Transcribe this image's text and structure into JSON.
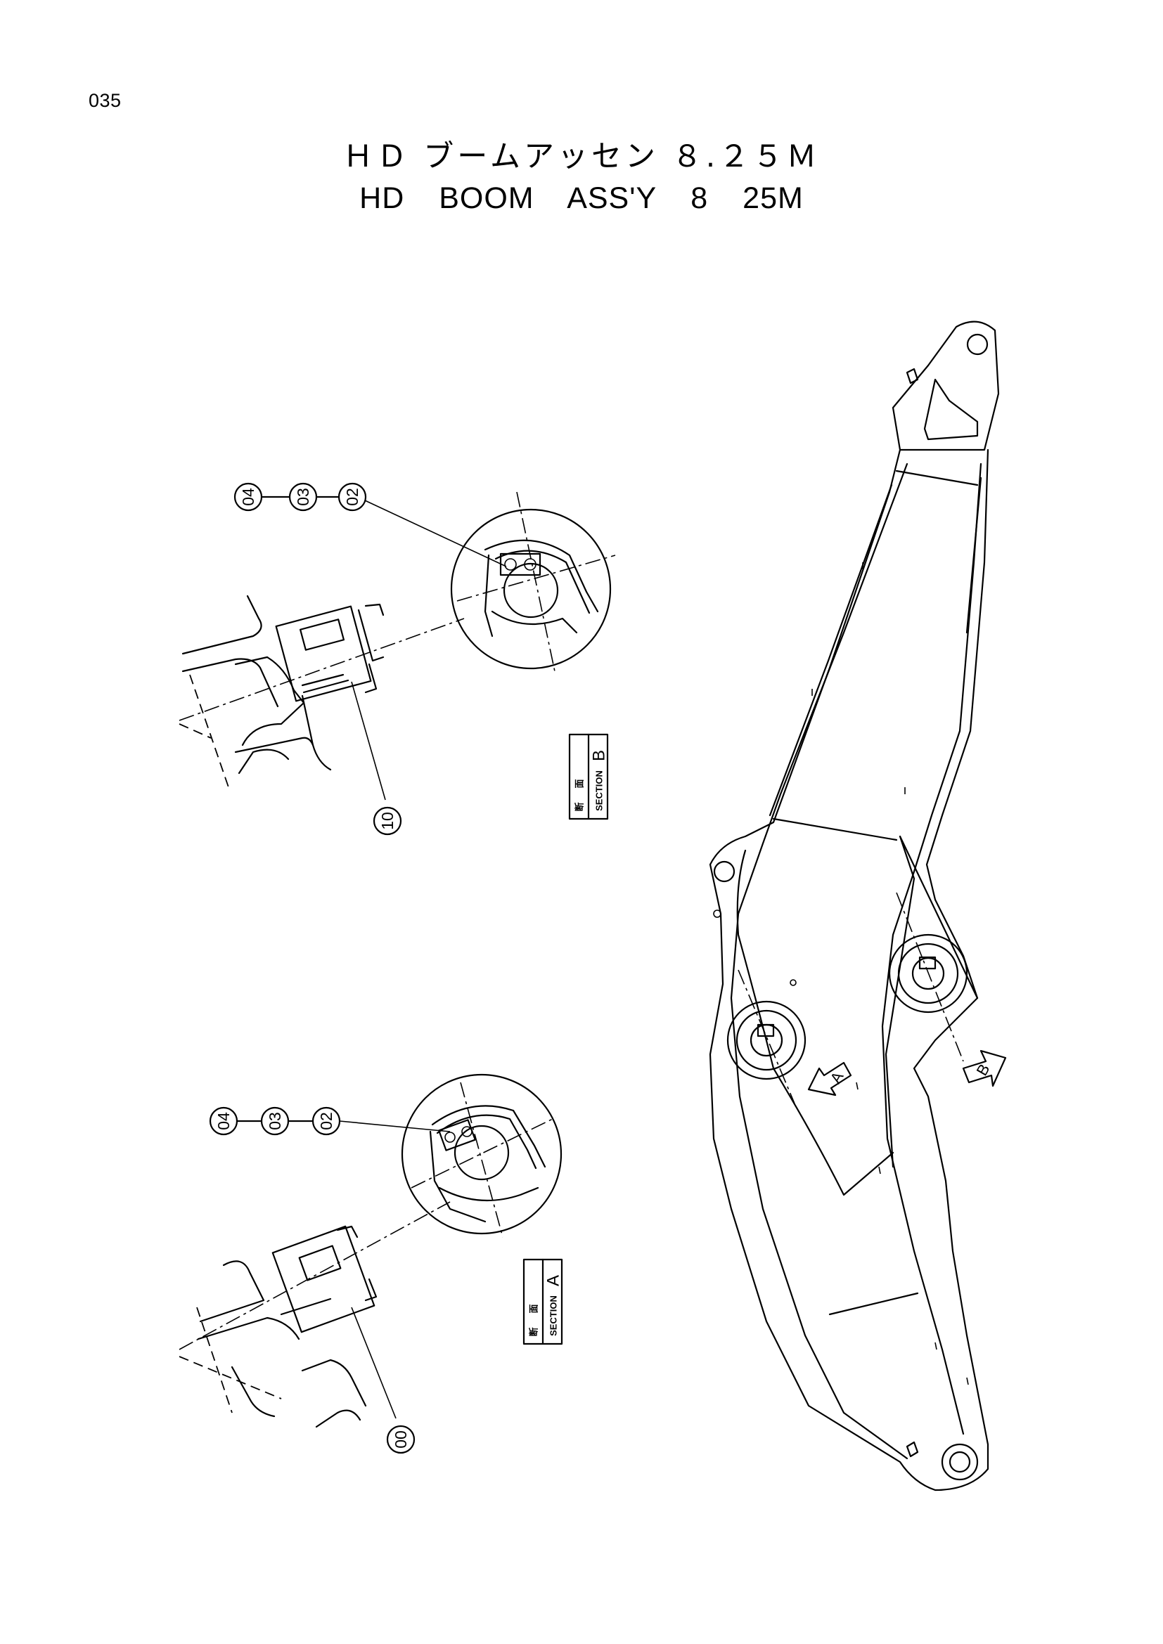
{
  "page_number": "035",
  "title_jp": "ＨＤ ブームアッセン ８.２５Ｍ",
  "title_en": "HD BOOM ASS'Y 8 25M",
  "section_b": {
    "kanji_1": "断",
    "kanji_2": "面",
    "word": "SECTION",
    "letter": "B"
  },
  "section_a": {
    "kanji_1": "断",
    "kanji_2": "面",
    "word": "SECTION",
    "letter": "A"
  },
  "callouts_b": [
    "04",
    "03",
    "02"
  ],
  "callout_b_pin": "10",
  "callouts_a": [
    "04",
    "03",
    "02"
  ],
  "callout_a_pin": "00",
  "view_arrows": {
    "a": "A",
    "b": "B"
  },
  "icons": [
    "callout-bubble",
    "view-direction-arrow",
    "section-label-box"
  ]
}
